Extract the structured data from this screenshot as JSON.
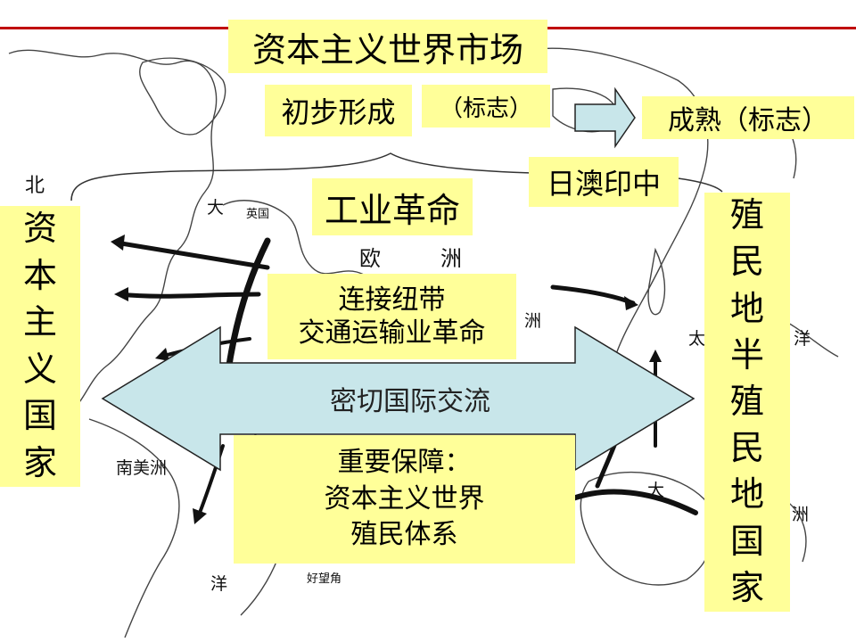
{
  "title": "资本主义世界市场",
  "formation": {
    "label": "初步形成",
    "marker": "（标志）"
  },
  "maturity": {
    "label": "成熟（标志）"
  },
  "countries": "日澳印中",
  "industrial_revolution": "工业革命",
  "link": {
    "line1": "连接纽带",
    "line2": "交通运输业革命"
  },
  "exchange": "密切国际交流",
  "guarantee": {
    "line1": "重要保障：",
    "line2": "资本主义世界",
    "line3": "殖民体系"
  },
  "left_column": [
    "资",
    "本",
    "主",
    "义",
    "国",
    "家"
  ],
  "right_column": [
    "殖",
    "民",
    "地",
    "半",
    "殖",
    "民",
    "地",
    "国",
    "家"
  ],
  "map_labels": {
    "north": "北",
    "da": "大",
    "britain": "英国",
    "ou": "欧",
    "zhou": "洲",
    "zhou2": "洲",
    "tai": "太",
    "yang": "洋",
    "south_america": "南美洲",
    "yang2": "洋",
    "cape": "好望角",
    "da2": "大",
    "zhou3": "洲"
  },
  "colors": {
    "box_fill": "#ffff99",
    "arrow_fill": "#c8e6ea",
    "top_rule": "#c00000",
    "route": "#111111"
  }
}
